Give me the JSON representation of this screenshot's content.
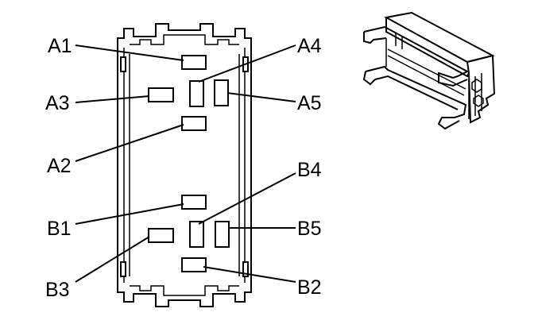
{
  "diagram": {
    "line_color": "#000000",
    "background": "#ffffff",
    "cavities": [
      {
        "id": "A1",
        "label": "A1"
      },
      {
        "id": "A2",
        "label": "A2"
      },
      {
        "id": "A3",
        "label": "A3"
      },
      {
        "id": "A4",
        "label": "A4"
      },
      {
        "id": "A5",
        "label": "A5"
      },
      {
        "id": "B1",
        "label": "B1"
      },
      {
        "id": "B2",
        "label": "B2"
      },
      {
        "id": "B3",
        "label": "B3"
      },
      {
        "id": "B4",
        "label": "B4"
      },
      {
        "id": "B5",
        "label": "B5"
      }
    ]
  }
}
